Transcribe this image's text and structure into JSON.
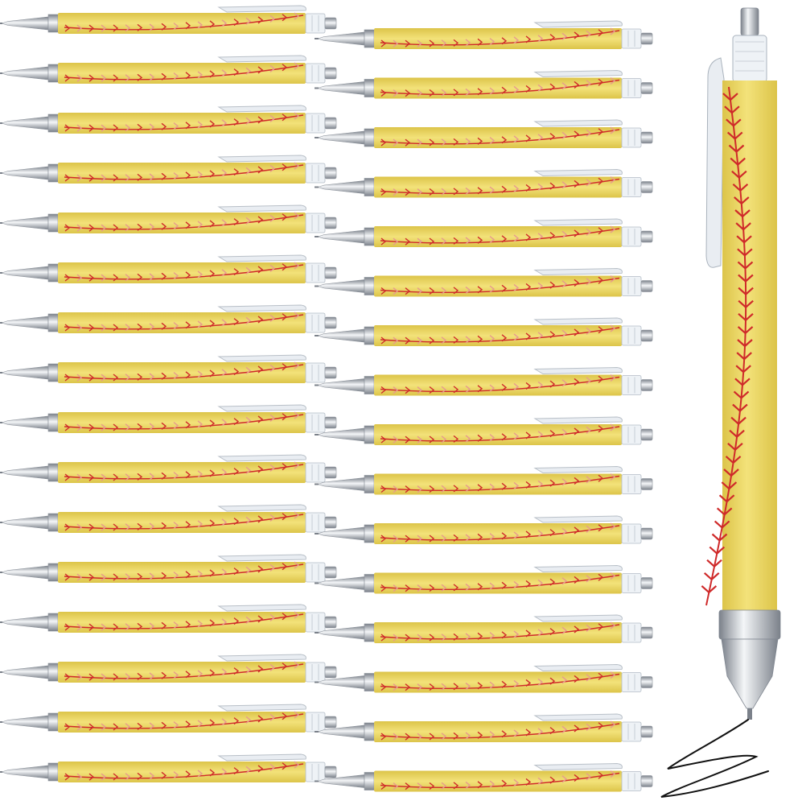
{
  "product": {
    "style": "softball-themed retractable ballpoint pen",
    "left_column_pen_count": 16,
    "middle_column_pen_count": 16,
    "featured_pen_count": 1
  },
  "colors": {
    "barrel_yellow": "#f3e27a",
    "barrel_yellow_dark": "#dcc449",
    "stitch_red": "#cf2a2a",
    "stitch_pink": "#e79a8f",
    "chrome_light": "#f4f6f8",
    "chrome_dark": "#7b818a",
    "clip_clear": "#e9edf2",
    "ink_black": "#111111",
    "background": "#ffffff"
  },
  "icons": {
    "pen": "ballpoint-pen-icon",
    "scribble": "ink-scribble-icon"
  }
}
